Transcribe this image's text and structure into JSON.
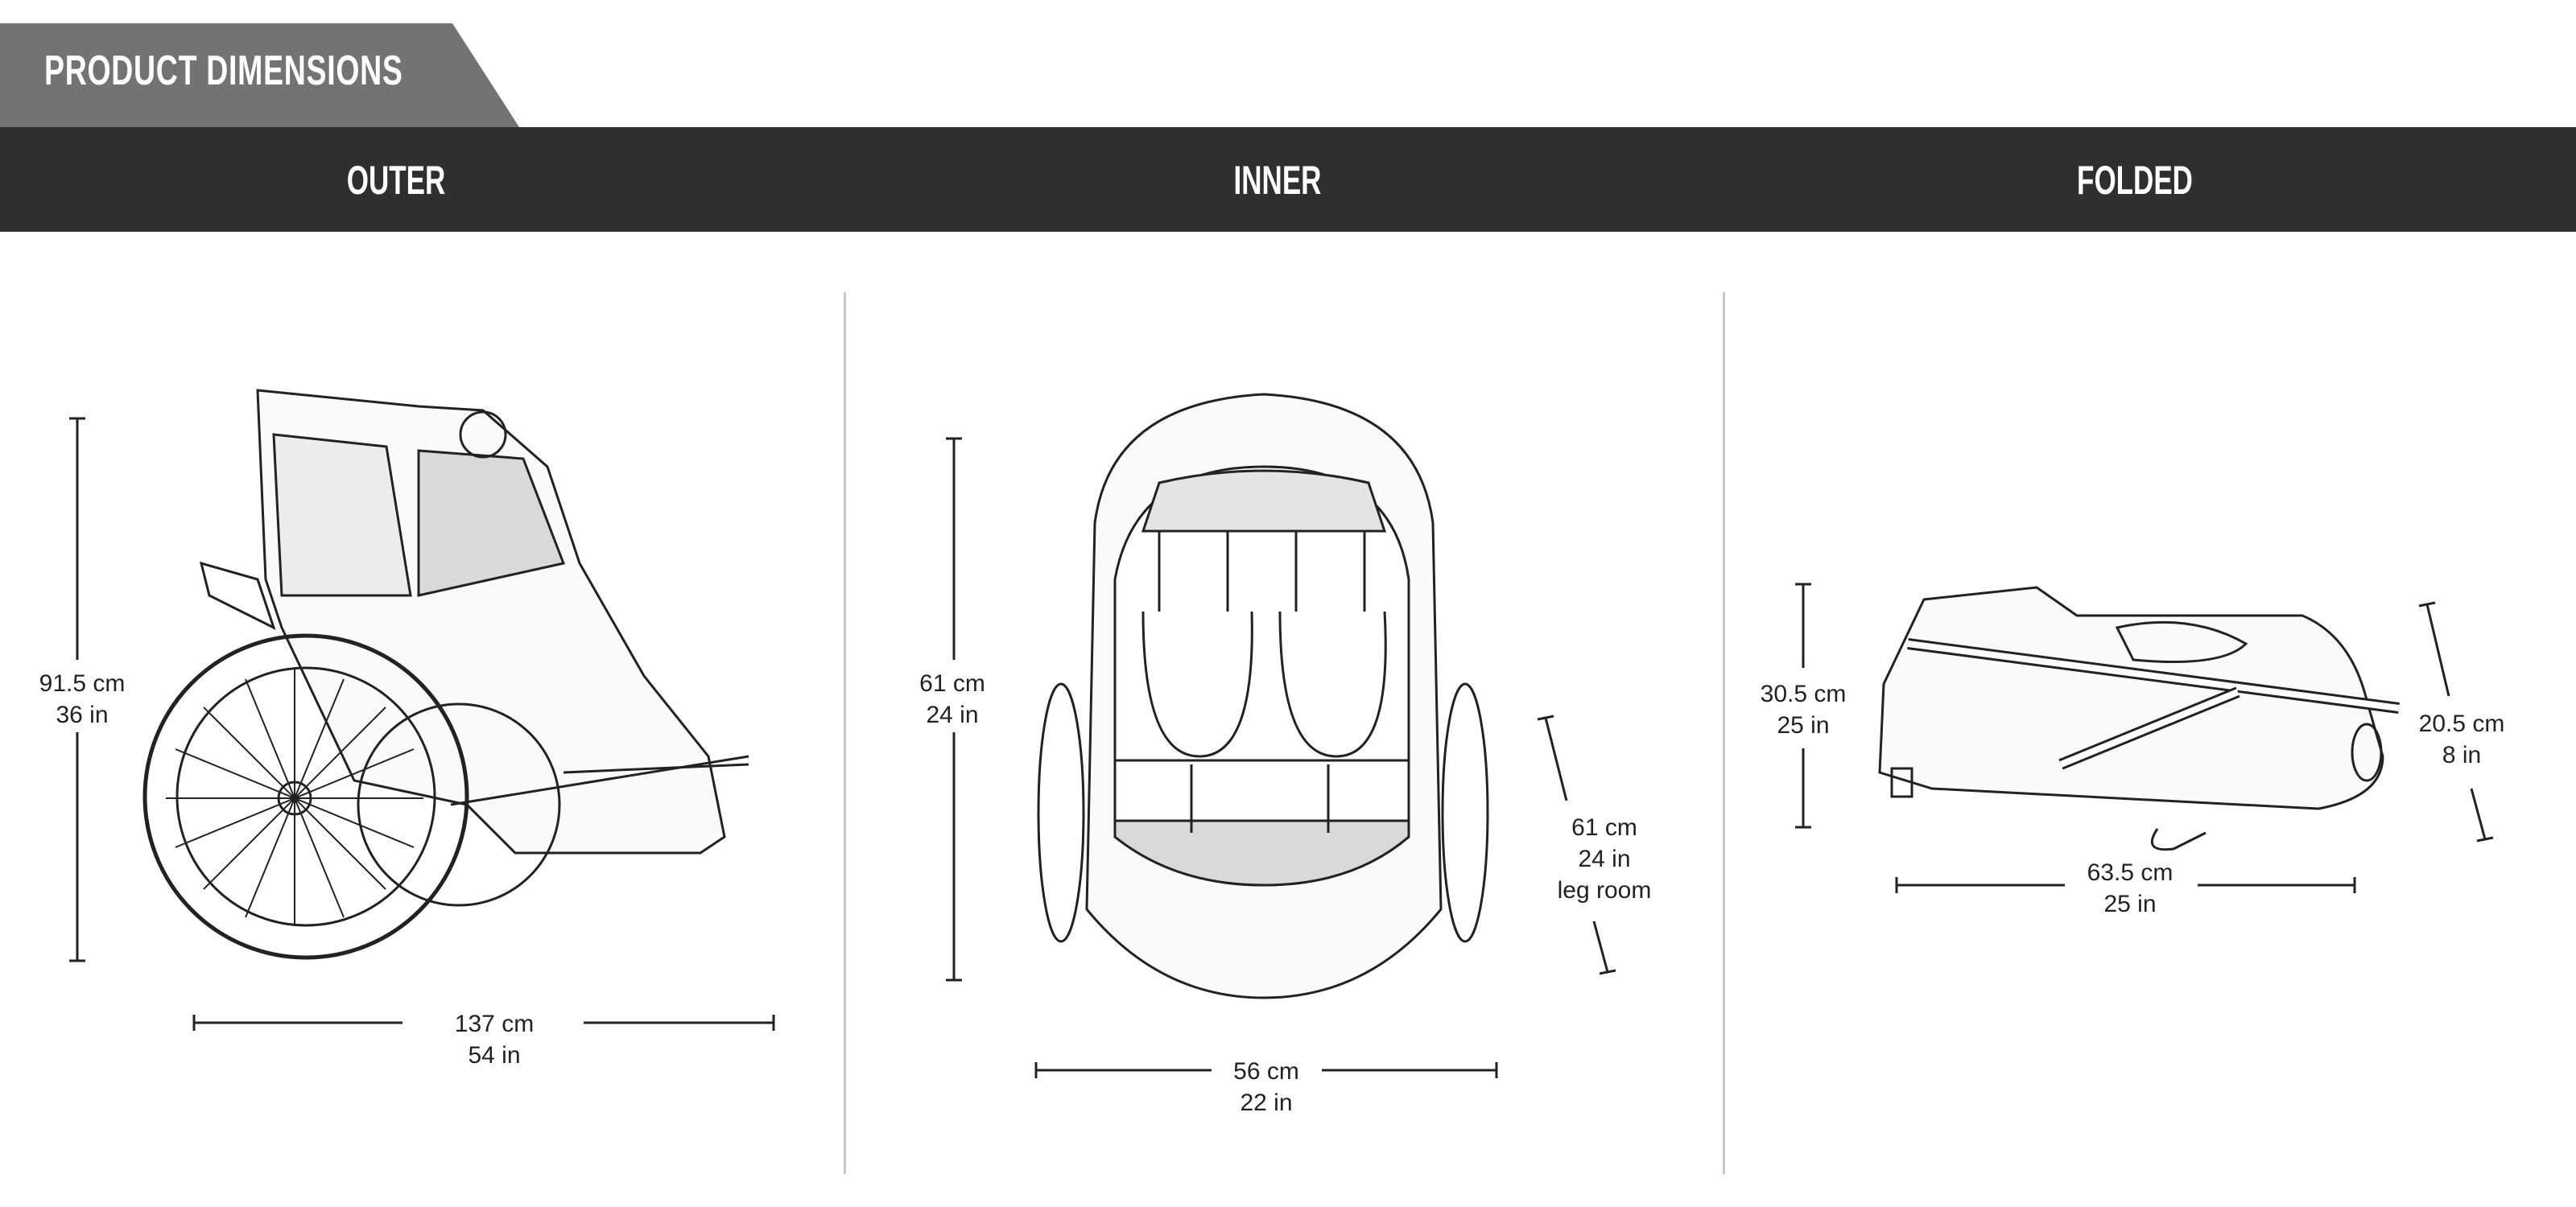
{
  "header": {
    "title": "PRODUCT DIMENSIONS"
  },
  "sections": [
    {
      "title": "OUTER",
      "height": {
        "cm": "91.5 cm",
        "in": "36 in"
      },
      "length": {
        "cm": "137 cm",
        "in": "54 in"
      }
    },
    {
      "title": "INNER",
      "height": {
        "cm": "61 cm",
        "in": "24 in"
      },
      "width": {
        "cm": "56 cm",
        "in": "22 in"
      },
      "legroom": {
        "cm": "61 cm",
        "in": "24 in",
        "label": "leg room"
      }
    },
    {
      "title": "FOLDED",
      "height": {
        "cm": "30.5 cm",
        "in": "25 in"
      },
      "length": {
        "cm": "63.5 cm",
        "in": "25 in"
      },
      "depth": {
        "cm": "20.5 cm",
        "in": "8 in"
      }
    }
  ],
  "colors": {
    "tab": "#737373",
    "bar": "#2f2f2f",
    "line": "#222222"
  }
}
